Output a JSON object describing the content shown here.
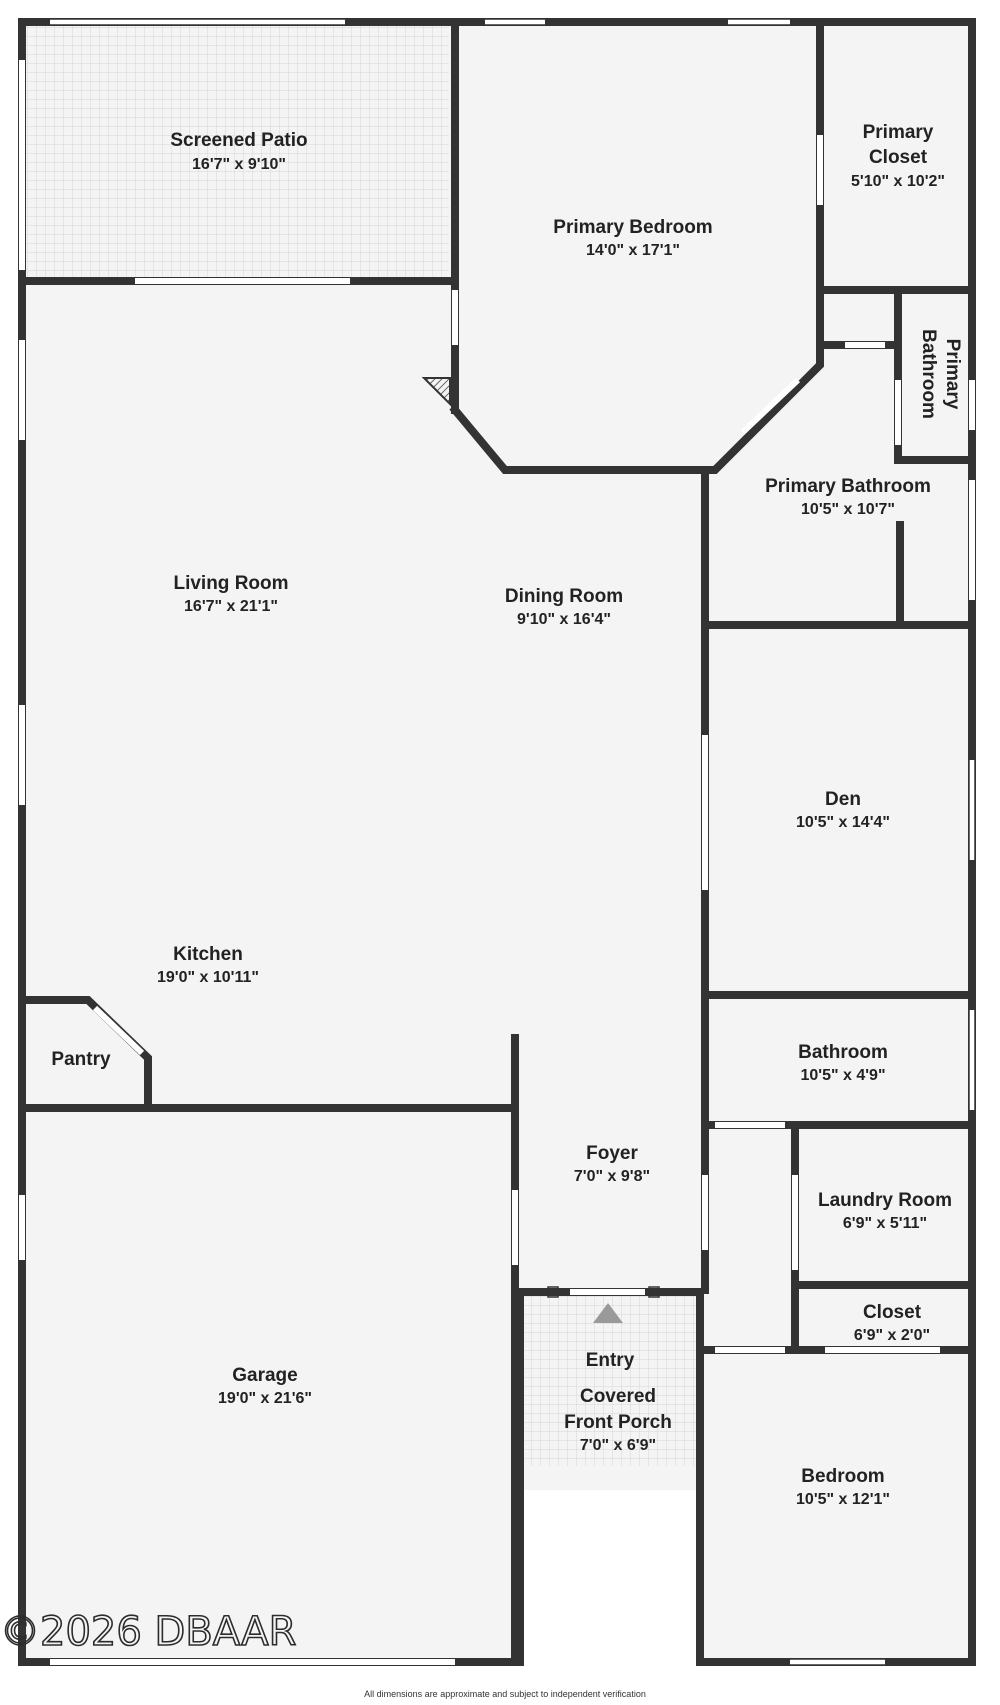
{
  "rooms": {
    "screened_patio": {
      "name": "Screened Patio",
      "dim": "16'7\" x 9'10\""
    },
    "primary_bedroom": {
      "name": "Primary Bedroom",
      "dim": "14'0\" x 17'1\""
    },
    "primary_closet": {
      "name1": "Primary",
      "name2": "Closet",
      "dim": "5'10\" x 10'2\""
    },
    "primary_bath_small": {
      "name1": "Primary",
      "name2": "Bathroom"
    },
    "primary_bathroom": {
      "name": "Primary Bathroom",
      "dim": "10'5\" x 10'7\""
    },
    "living_room": {
      "name": "Living Room",
      "dim": "16'7\" x 21'1\""
    },
    "dining_room": {
      "name": "Dining Room",
      "dim": "9'10\" x 16'4\""
    },
    "den": {
      "name": "Den",
      "dim": "10'5\" x 14'4\""
    },
    "kitchen": {
      "name": "Kitchen",
      "dim": "19'0\" x 10'11\""
    },
    "pantry": {
      "name": "Pantry"
    },
    "bathroom": {
      "name": "Bathroom",
      "dim": "10'5\" x 4'9\""
    },
    "foyer": {
      "name": "Foyer",
      "dim": "7'0\" x 9'8\""
    },
    "laundry_room": {
      "name": "Laundry Room",
      "dim": "6'9\" x 5'11\""
    },
    "closet": {
      "name": "Closet",
      "dim": "6'9\" x 2'0\""
    },
    "entry": {
      "name": "Entry"
    },
    "covered_front_porch": {
      "name1": "Covered",
      "name2": "Front Porch",
      "dim": "7'0\" x 6'9\""
    },
    "garage": {
      "name": "Garage",
      "dim": "19'0\" x 21'6\""
    },
    "bedroom": {
      "name": "Bedroom",
      "dim": "10'5\" x 12'1\""
    }
  },
  "watermark": "©2026 DBAAR",
  "footer_note": "All dimensions are approximate and subject to independent verification",
  "colors": {
    "wall": "#333333",
    "floor": "#f4f4f4",
    "window": "#ffffff",
    "tile_line": "#d8d8d8"
  }
}
